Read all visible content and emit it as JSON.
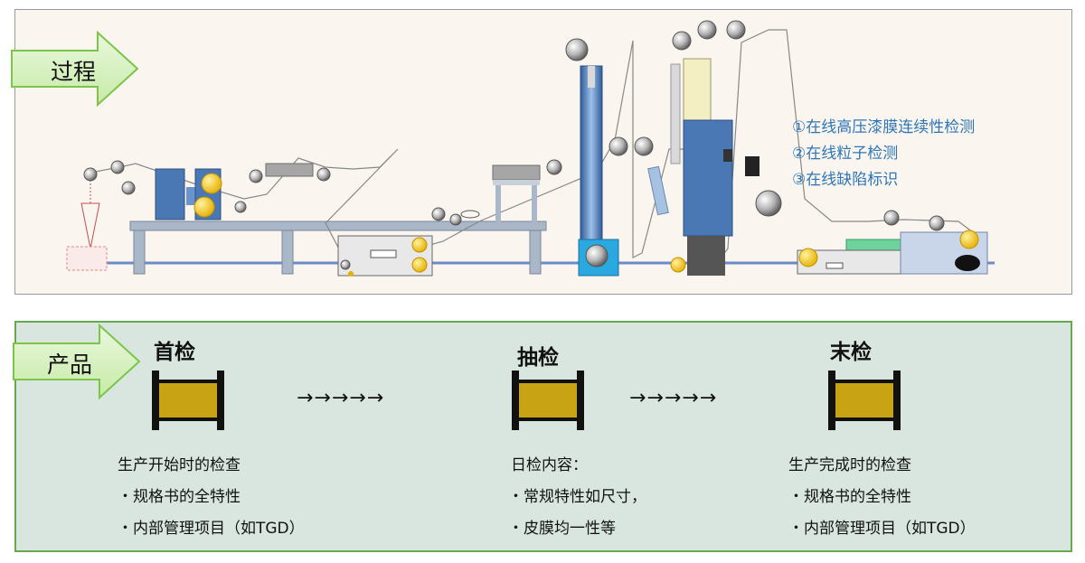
{
  "process": {
    "tag_label": "过程",
    "legend": [
      "①在线高压漆膜连续性检测",
      "②在线粒子检测",
      "③在线缺陷标识"
    ]
  },
  "product": {
    "tag_label": "产品",
    "flow_arrows": "→→→→→",
    "stages": [
      {
        "title": "首检",
        "lines": [
          "生产开始时的检查",
          "・规格书的全特性",
          "・内部管理项目（如TGD）"
        ]
      },
      {
        "title": "抽检",
        "lines": [
          "日检内容：",
          "・常规特性如尺寸，",
          "・皮膜均一性等"
        ]
      },
      {
        "title": "末检",
        "lines": [
          "生产完成时的检查",
          "・规格书的全特性",
          "・内部管理项目（如TGD）"
        ]
      }
    ]
  },
  "colors": {
    "process_bg": "#faf6ef",
    "product_bg": "#d8e6df",
    "product_border": "#6aa84f",
    "arrow_tag_fill": "#d9f2c2",
    "arrow_tag_border": "#7cc44a",
    "machine_blue": "#4a78b5",
    "reel_gold": "#c8a414",
    "legend_blue": "#2e75b6"
  }
}
